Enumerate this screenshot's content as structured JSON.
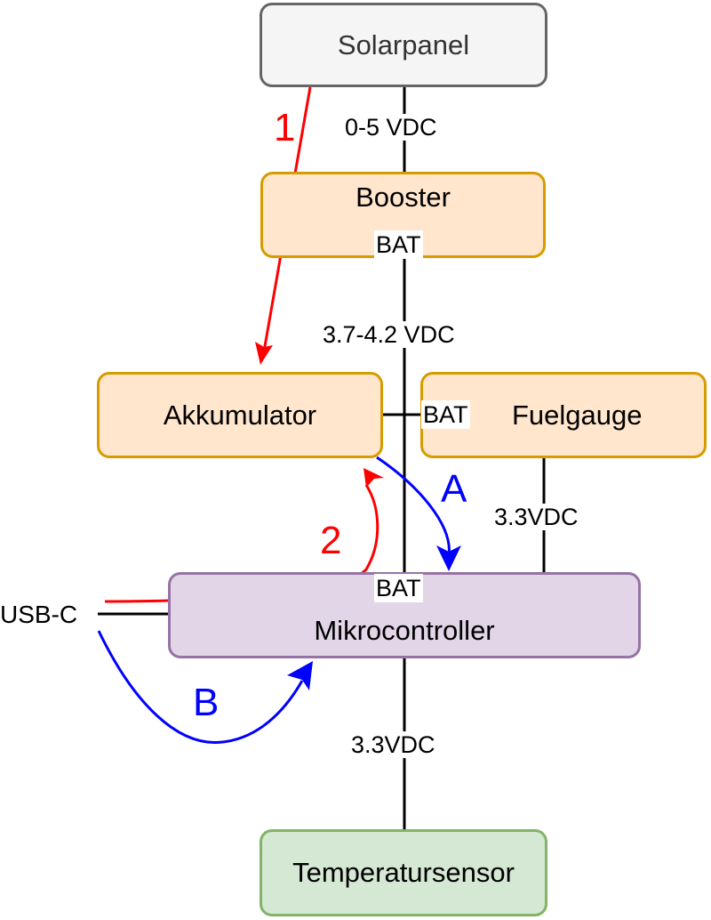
{
  "nodes": {
    "solarpanel": "Solarpanel",
    "booster": "Booster",
    "akkumulator": "Akkumulator",
    "fuelgauge": "Fuelgauge",
    "mikrocontroller": "Mikrocontroller",
    "temperatursensor": "Temperatursensor",
    "usb_c": "USB-C"
  },
  "ports": {
    "booster_out": "BAT",
    "fuelgauge_in": "BAT",
    "mcu_in": "BAT"
  },
  "edge_labels": {
    "solar_to_booster": "0-5 VDC",
    "booster_to_bus": "3.7-4.2 VDC",
    "fuelgauge_to_mcu": "3.3VDC",
    "mcu_to_temp": "3.3VDC"
  },
  "flow_steps": {
    "step1": "1",
    "step2": "2",
    "stepA": "A",
    "stepB": "B"
  },
  "colors": {
    "charge_flow": "#ff0000",
    "discharge_flow": "#0000ff",
    "power_orange_fill": "#ffe6cc",
    "power_orange_stroke": "#d79b00",
    "mcu_fill": "#e1d5e7",
    "mcu_stroke": "#9673a6",
    "sensor_fill": "#d5e8d4",
    "sensor_stroke": "#82b366",
    "source_fill": "#f5f5f5",
    "source_stroke": "#666666"
  }
}
